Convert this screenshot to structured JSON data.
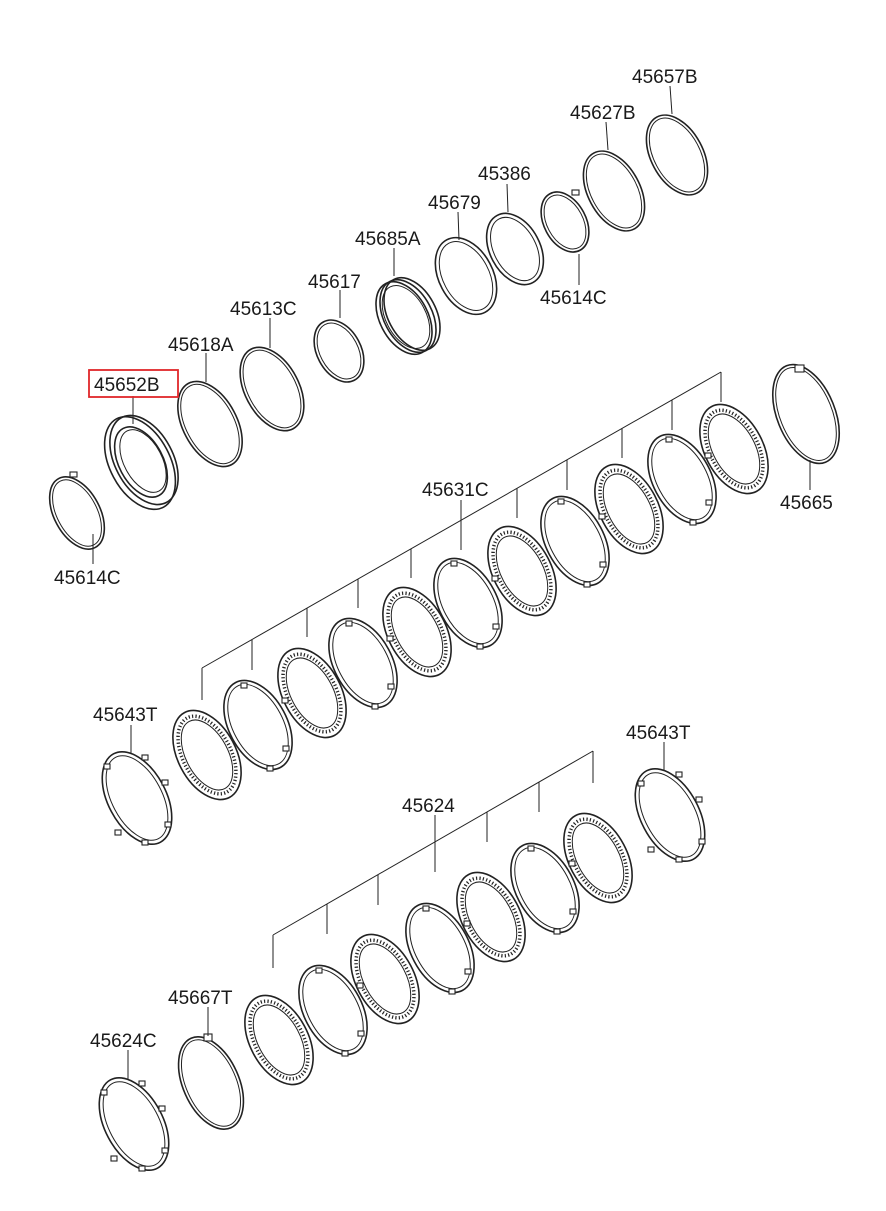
{
  "labels": {
    "p45657B": "45657B",
    "p45627B": "45627B",
    "p45386": "45386",
    "p45679": "45679",
    "p45614C_top": "45614C",
    "p45685A": "45685A",
    "p45617": "45617",
    "p45613C": "45613C",
    "p45618A": "45618A",
    "p45652B": "45652B",
    "p45614C_left": "45614C",
    "p45631C": "45631C",
    "p45665": "45665",
    "p45643T_left": "45643T",
    "p45643T_right": "45643T",
    "p45624": "45624",
    "p45667T": "45667T",
    "p45624C": "45624C"
  },
  "highlight_color": "#e0262a"
}
